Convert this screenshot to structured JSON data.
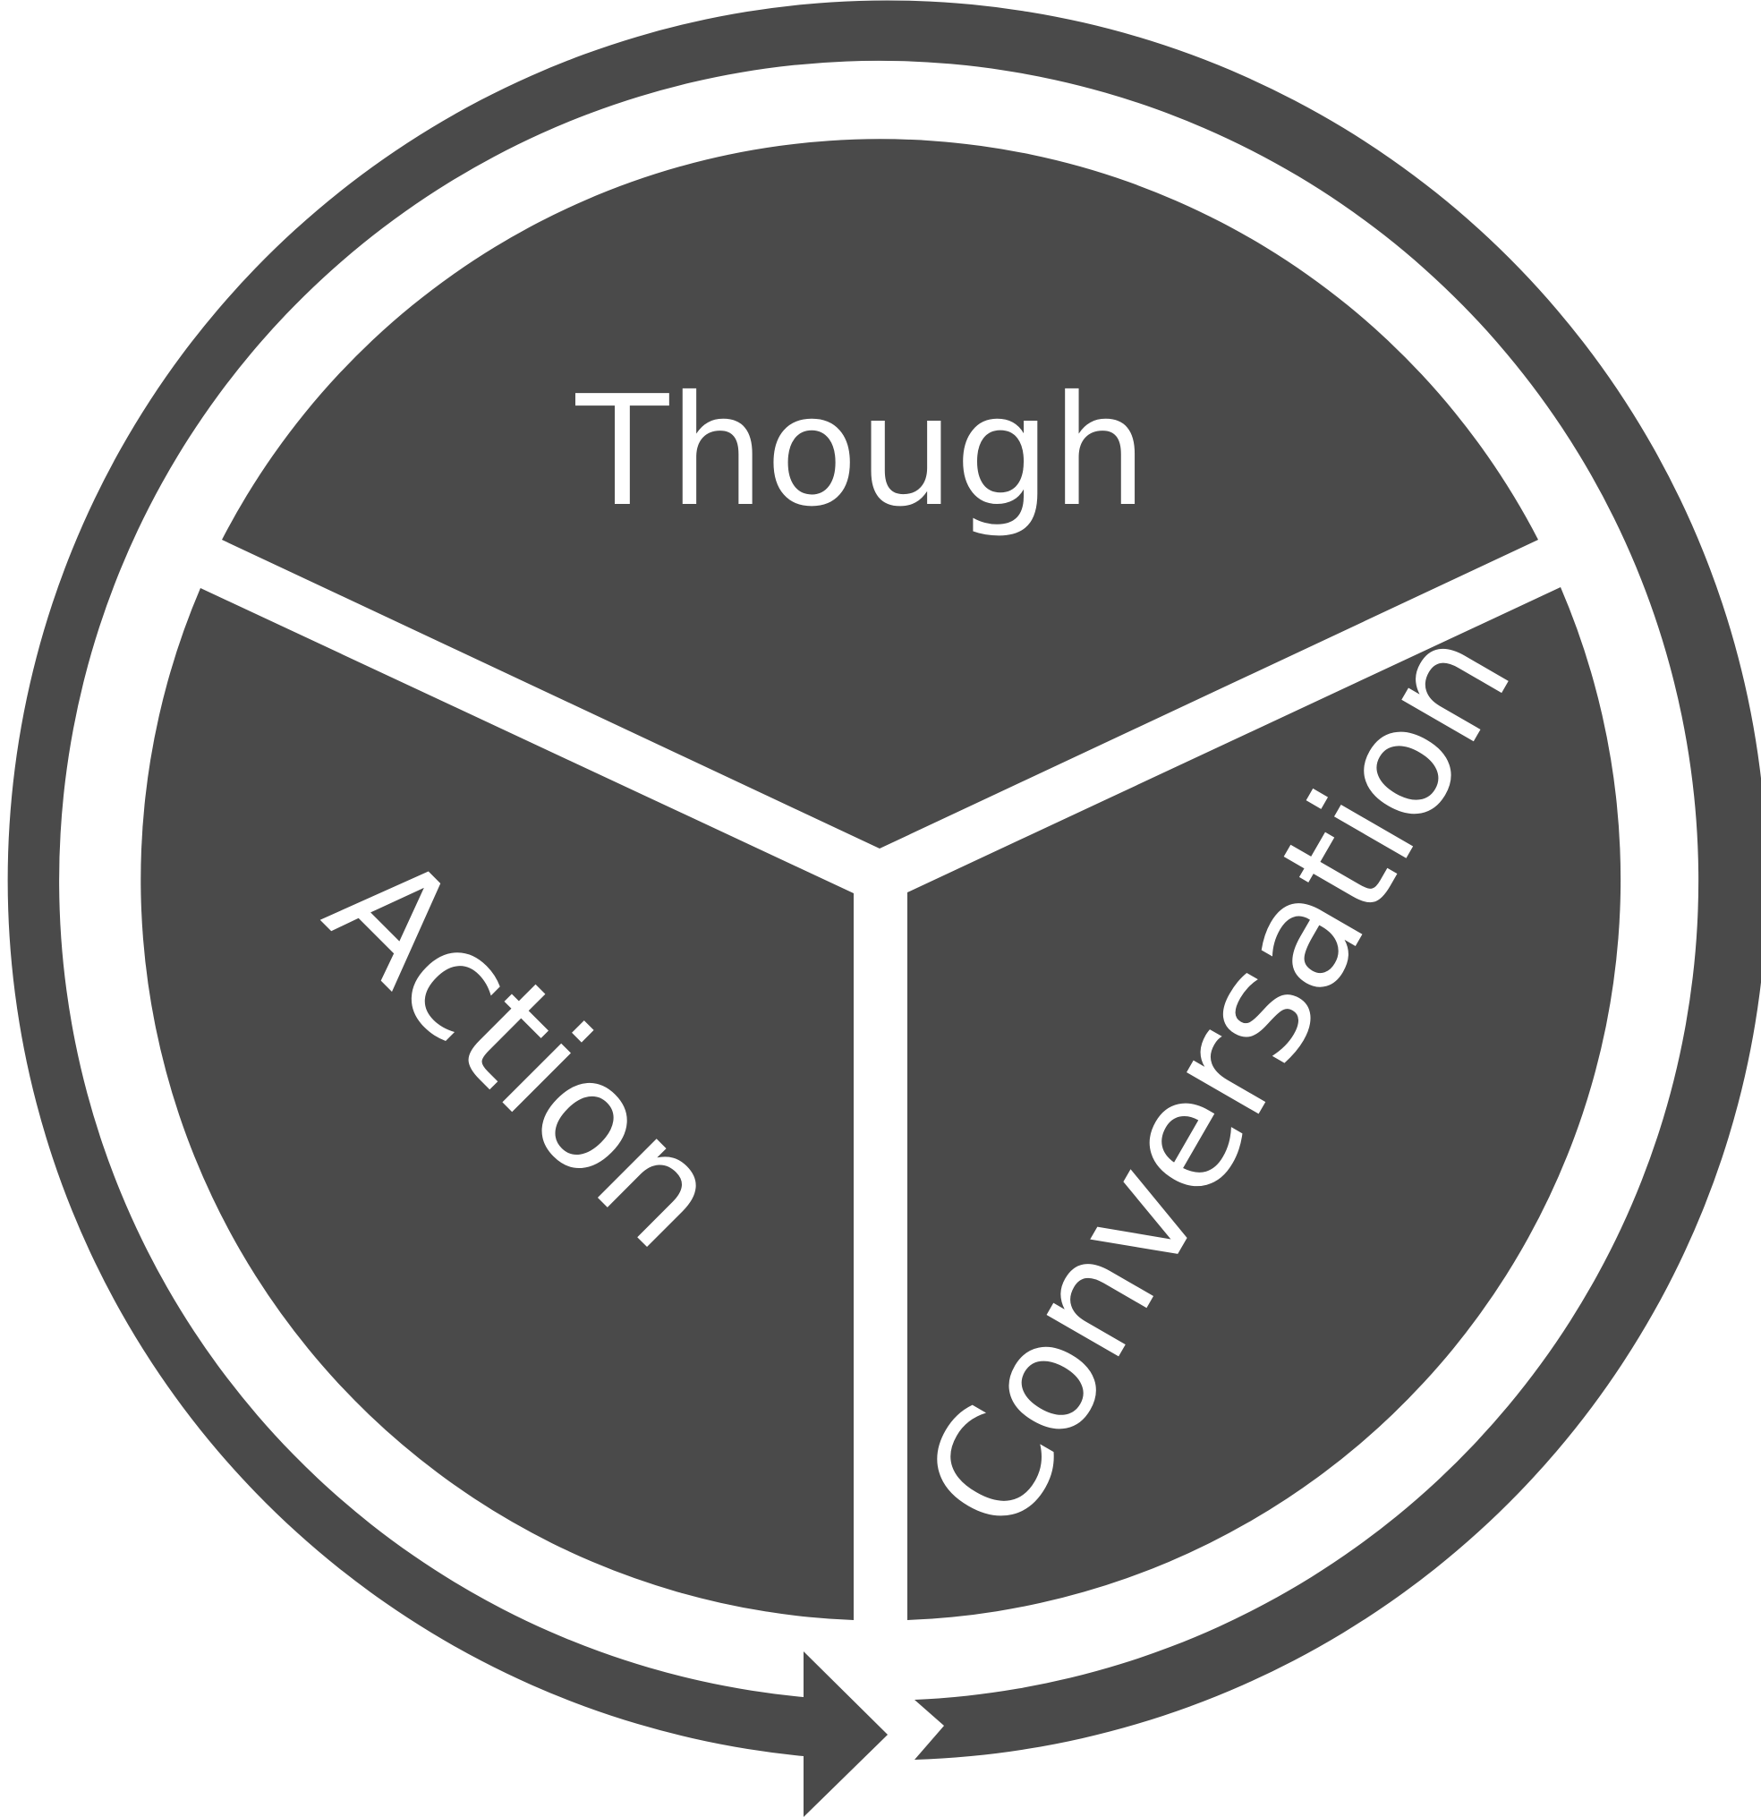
{
  "segments": [
    {
      "id": "top",
      "label": "Though"
    },
    {
      "id": "left",
      "label": "Action"
    },
    {
      "id": "right",
      "label": "Conversation"
    }
  ],
  "colors": {
    "fill": "#4a4a4a",
    "background": "#ffffff",
    "text": "#ffffff"
  }
}
